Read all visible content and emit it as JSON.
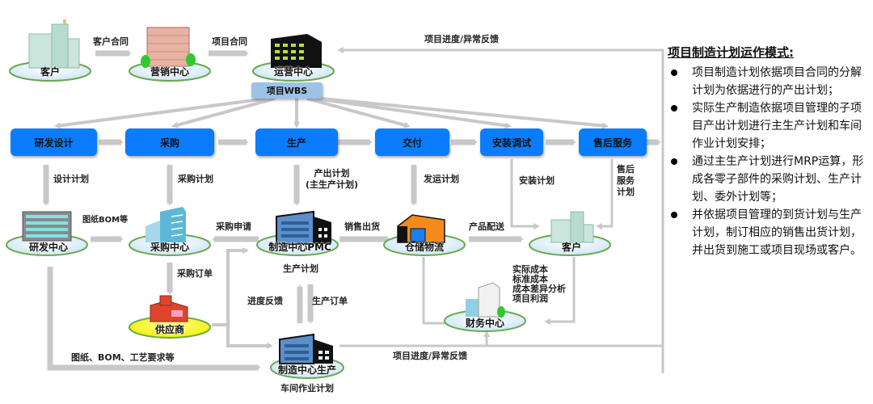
{
  "nodes": {
    "customer_top": "客户",
    "sales_center": "营销中心",
    "operations_center": "运营中心",
    "rd_center": "研发中心",
    "purchasing_center": "采购中心",
    "pmc_center": "制造中心PMC",
    "warehouse": "仓储物流",
    "customer_bottom": "客户",
    "supplier": "供应商",
    "finance_center": "财务中心",
    "production_center": "制造中心生产"
  },
  "node_sub_labels": {
    "pmc_center": "生产计划",
    "production_center": "车间作业计划"
  },
  "wbs_label": "项目WBS",
  "steps": [
    "研发设计",
    "采购",
    "生产",
    "交付",
    "安装调试",
    "售后服务"
  ],
  "edge_labels": {
    "customer_contract": "客户合同",
    "project_contract": "项目合同",
    "progress_feedback_top": "项目进度/异常反馈",
    "design_plan": "设计计划",
    "purchase_plan": "采购计划",
    "output_plan": "产出计划\n(主生产计划)",
    "shipping_plan": "发运计划",
    "install_plan": "安装计划",
    "aftersales_plan": "售后\n服务\n计划",
    "drawings_bom": "图纸BOM等",
    "purchase_request": "采购申请",
    "sales_shipment": "销售出货",
    "product_delivery": "产品配送",
    "purchase_order": "采购订单",
    "progress_feedback": "进度反馈",
    "production_order": "生产订单",
    "drawings_bom_process": "图纸、BOM、工艺要求等",
    "cost_items": "实际成本\n标准成本\n成本差异分析\n项目利润",
    "progress_feedback_bottom": "项目进度/异常反馈"
  },
  "panel": {
    "title": "项目制造计划运作模式",
    "title_suffix": ":",
    "bullets": [
      "项目制造计划依据项目合同的分解计划为依据进行的产出计划；",
      "实际生产制造依据项目管理的子项目产出计划进行主生产计划和车间作业计划安排；",
      "通过主生产计划进行MRP运算，形成各零子部件的采购计划、生产计划、委外计划等；",
      "并依据项目管理的到货计划与生产计划，制订相应的销售出货计划，并出货到施工或项目现场或客户。"
    ]
  },
  "colors": {
    "step_button": "#0a7cff",
    "wbs_box": "#9cc3e6",
    "arrow": "#c8c8c8",
    "platform_top": "#e6f2fb",
    "platform_rim": "#6aa84f",
    "supplier_platform": "#ffff66"
  }
}
